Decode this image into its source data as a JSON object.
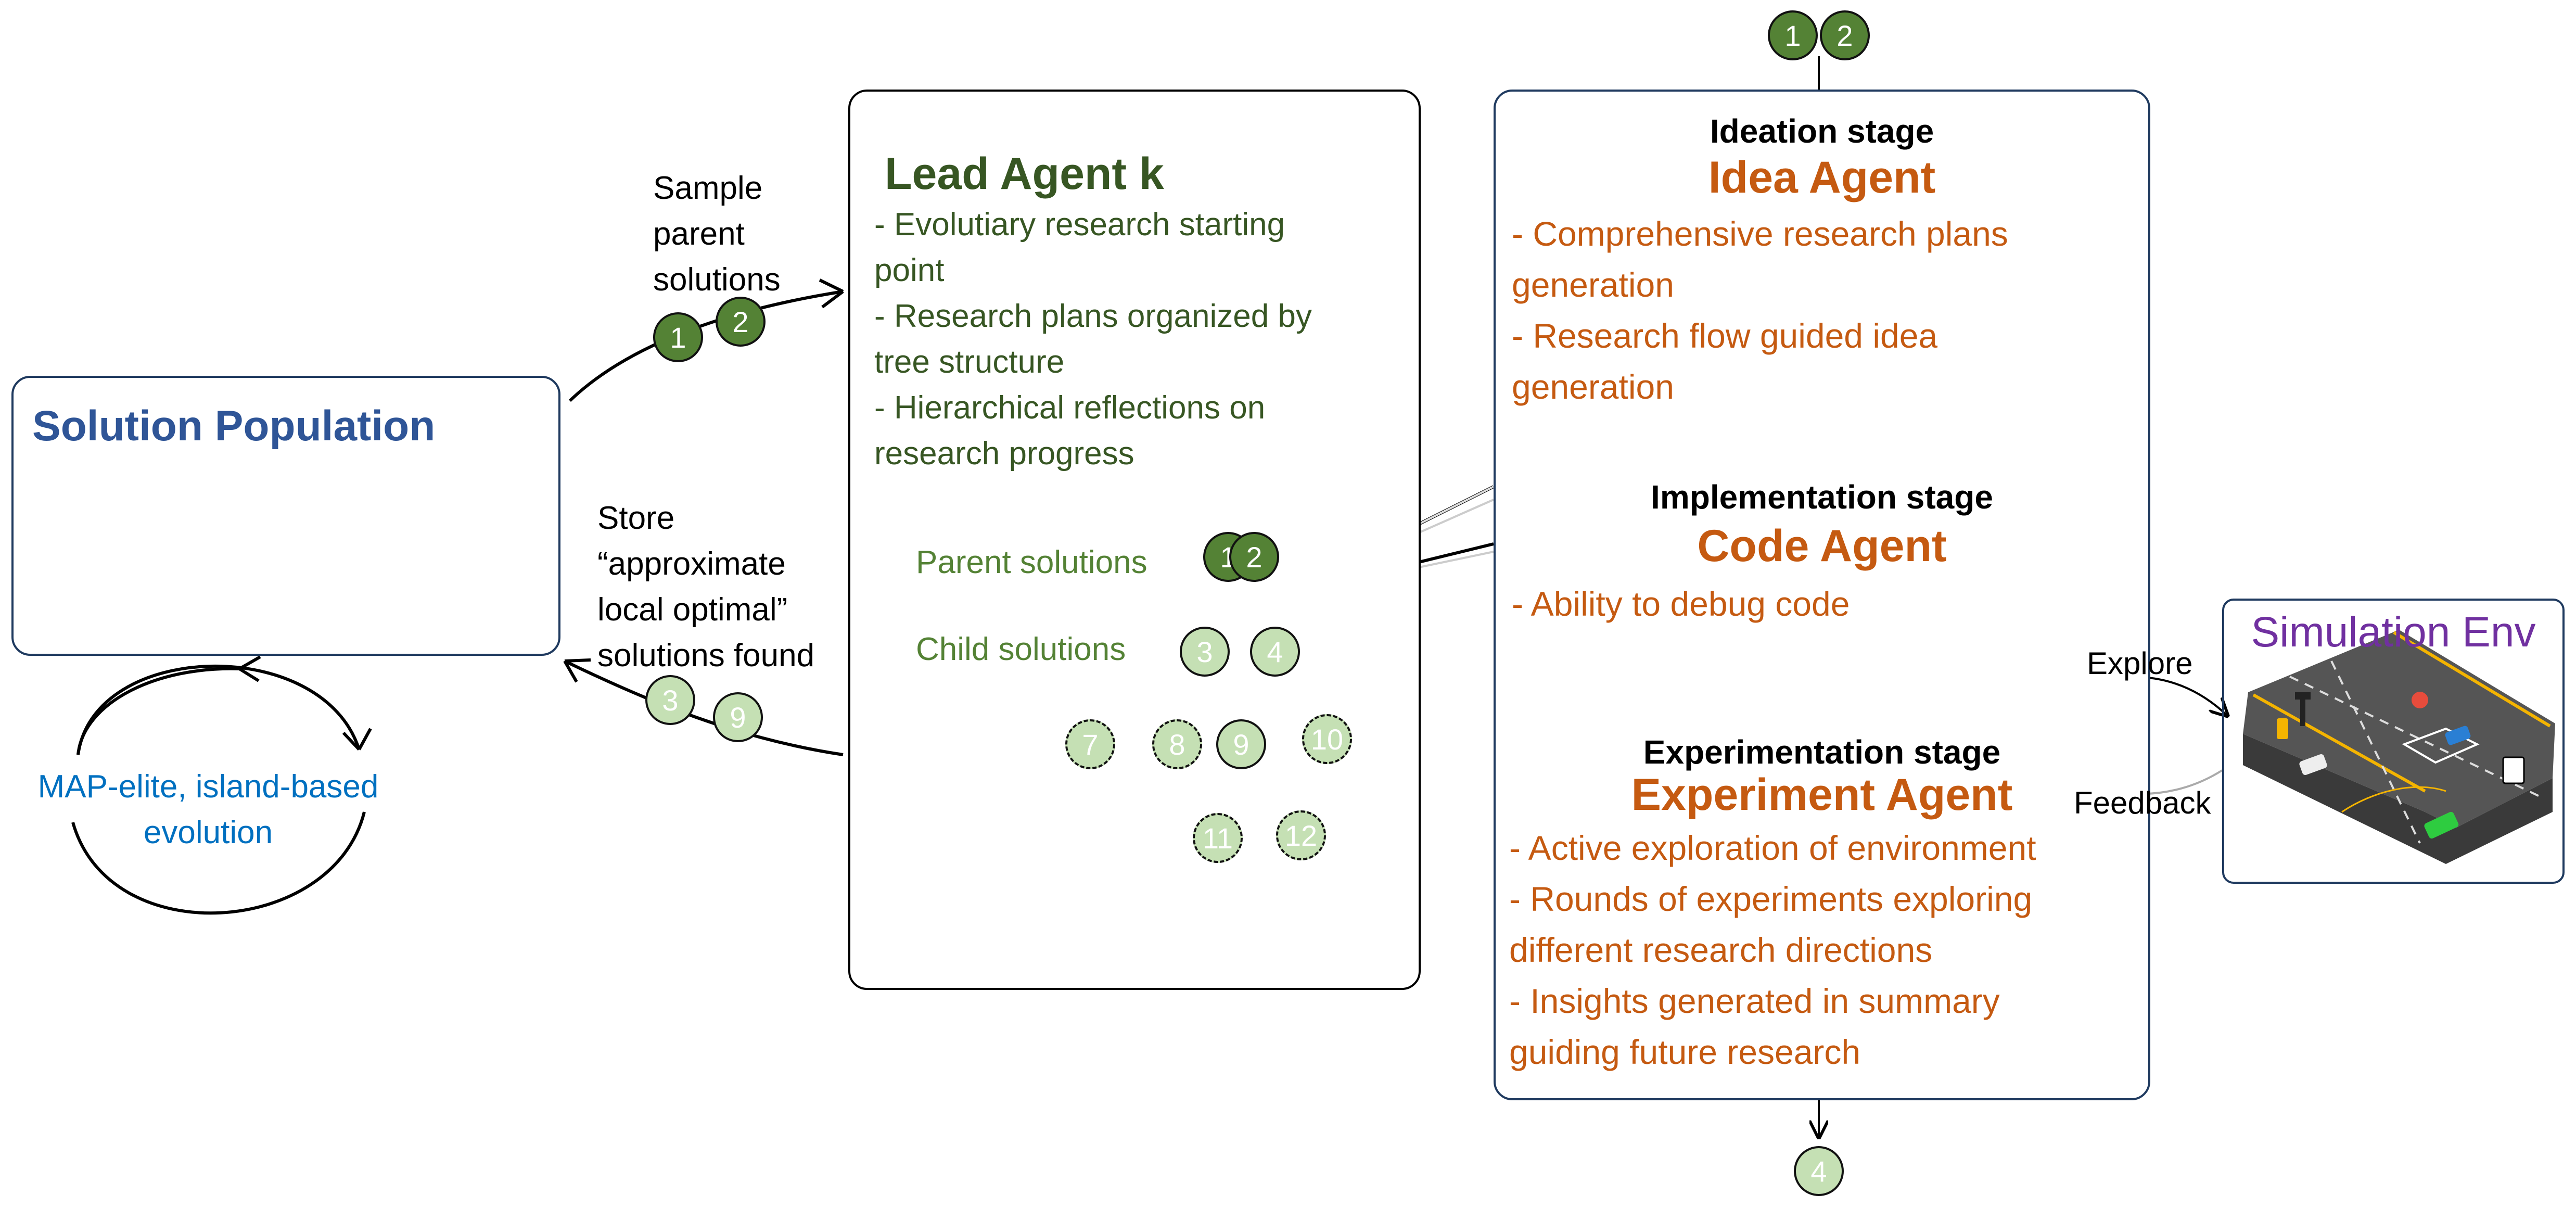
{
  "solution_population": {
    "title": "Solution Population"
  },
  "evolution": {
    "line1": "MAP-elite, island-based",
    "line2": "evolution"
  },
  "sample": {
    "line1": "Sample",
    "line2": "parent",
    "line3": "solutions"
  },
  "store": {
    "line1": "Store",
    "line2": "“approximate",
    "line3": "local optimal”",
    "line4": "solutions found"
  },
  "lead_agent": {
    "title": "Lead Agent k",
    "lines": [
      "- Evolutiary research starting",
      "point",
      "- Research plans organized by",
      "tree structure",
      "- Hierarchical reflections on",
      "research progress"
    ],
    "parent_label": "Parent solutions",
    "child_label": "Child solutions"
  },
  "tree_nodes": [
    "1",
    "2",
    "3",
    "4",
    "7",
    "8",
    "9",
    "10",
    "11",
    "12"
  ],
  "flow_nodes": {
    "top1": "1",
    "top2": "2",
    "sample1": "1",
    "sample2": "2",
    "store1": "3",
    "store2": "9",
    "bottom": "4"
  },
  "ideation": {
    "stage": "Ideation stage",
    "agent": "Idea Agent",
    "lines": [
      "- Comprehensive research plans",
      "generation",
      "- Research flow guided idea",
      "generation"
    ]
  },
  "implementation": {
    "stage": "Implementation stage",
    "agent": "Code Agent",
    "lines": [
      "- Ability to debug code"
    ]
  },
  "experimentation": {
    "stage": "Experimentation stage",
    "agent": "Experiment Agent",
    "lines": [
      "- Active exploration of environment",
      "- Rounds of experiments exploring",
      "different research directions",
      "- Insights generated in summary",
      "guiding future research"
    ]
  },
  "simulation": {
    "title": "Simulation Env"
  },
  "explore": "Explore",
  "feedback": "Feedback",
  "colors": {
    "box_border": "#1f3a5f",
    "dark_green": "#548235",
    "light_green": "#c5e0b4",
    "orange": "#c55a11",
    "blue": "#2f5597",
    "purple": "#7030a0"
  }
}
